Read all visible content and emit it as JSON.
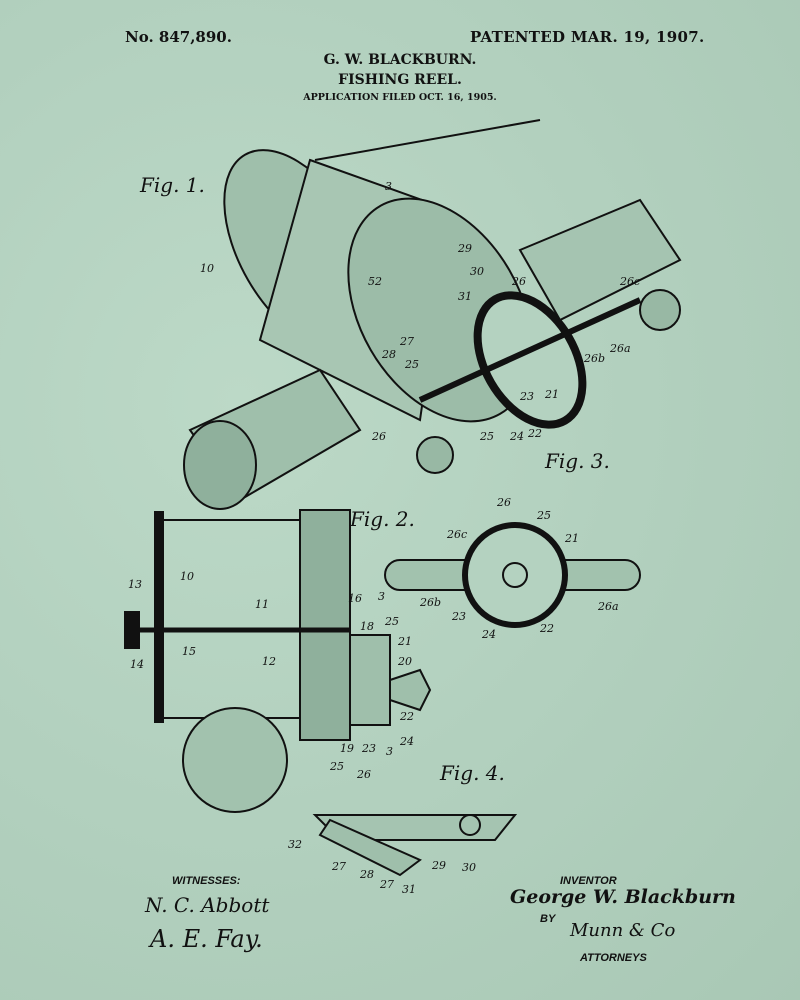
{
  "header": {
    "patent_number": "No. 847,890.",
    "patent_date": "PATENTED MAR. 19, 1907.",
    "inventor": "G. W. BLACKBURN.",
    "title": "FISHING REEL.",
    "filed": "APPLICATION FILED OCT. 16, 1905."
  },
  "figures": {
    "fig1": {
      "label": "Fig. 1.",
      "numerals": [
        "10",
        "3",
        "29",
        "30",
        "26",
        "52",
        "31",
        "27",
        "28",
        "25",
        "23",
        "21",
        "25",
        "24",
        "26",
        "26c",
        "26b",
        "26a",
        "22"
      ]
    },
    "fig2": {
      "label": "Fig. 2.",
      "numerals": [
        "13",
        "10",
        "11",
        "16",
        "3",
        "25",
        "18",
        "21",
        "20",
        "12",
        "14",
        "15",
        "22",
        "24",
        "19",
        "23",
        "3",
        "26",
        "25"
      ]
    },
    "fig3": {
      "label": "Fig. 3.",
      "numerals": [
        "26",
        "25",
        "26c",
        "21",
        "26b",
        "23",
        "24",
        "22",
        "26a"
      ]
    },
    "fig4": {
      "label": "Fig. 4.",
      "numerals": [
        "32",
        "27",
        "28",
        "27",
        "31",
        "29",
        "30"
      ]
    }
  },
  "footer": {
    "witnesses_label": "WITNESSES:",
    "witness_1": "N. C. Abbott",
    "witness_2": "A. E. Fay.",
    "inventor_label": "INVENTOR",
    "inventor_signature": "George W. Blackburn",
    "by_label": "BY",
    "attorney_signature": "Munn & Co",
    "attorneys_label": "ATTORNEYS"
  },
  "colors": {
    "paper": "#b4d2c0",
    "ink": "#111111"
  }
}
